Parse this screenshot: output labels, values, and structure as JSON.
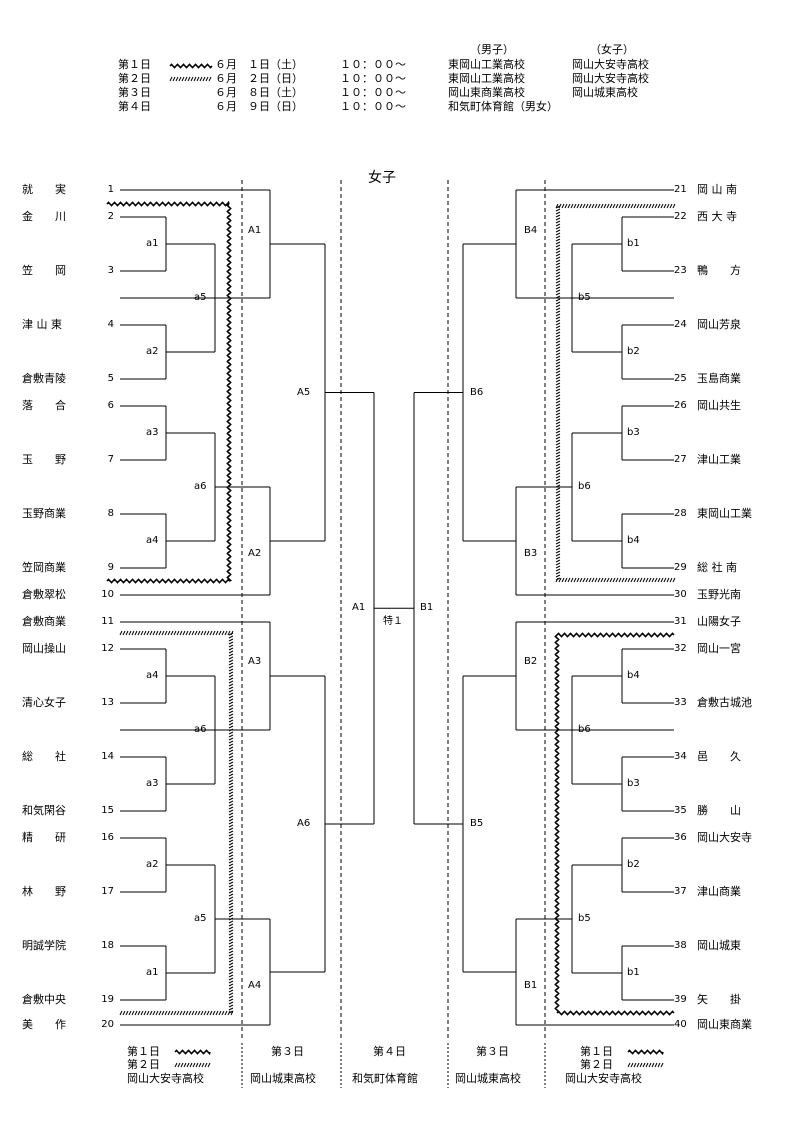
{
  "schedule": {
    "header_boys": "（男子）",
    "header_girls": "（女子）",
    "rows": [
      {
        "day": "第１日",
        "date": "６月　１日（土）",
        "time": "１０：００～",
        "boys": "東岡山工業高校",
        "girls": "岡山大安寺高校"
      },
      {
        "day": "第２日",
        "date": "６月　２日（日）",
        "time": "１０：００～",
        "boys": "東岡山工業高校",
        "girls": "岡山大安寺高校"
      },
      {
        "day": "第３日",
        "date": "６月　８日（土）",
        "time": "１０：００～",
        "boys": "岡山東商業高校",
        "girls": "岡山城東高校"
      },
      {
        "day": "第４日",
        "date": "６月　９日（日）",
        "time": "１０：００～",
        "boys": "和気町体育館（男女）",
        "girls": ""
      }
    ]
  },
  "title": "女子",
  "left_teams": [
    {
      "name": "就　　実",
      "num": "1"
    },
    {
      "name": "金　　川",
      "num": "2"
    },
    {
      "name": "笠　　岡",
      "num": "3"
    },
    {
      "name": "津 山 東",
      "num": "4"
    },
    {
      "name": "倉敷青陵",
      "num": "5"
    },
    {
      "name": "落　　合",
      "num": "6"
    },
    {
      "name": "玉　　野",
      "num": "7"
    },
    {
      "name": "玉野商業",
      "num": "8"
    },
    {
      "name": "笠岡商業",
      "num": "9"
    },
    {
      "name": "倉敷翠松",
      "num": "10"
    },
    {
      "name": "倉敷商業",
      "num": "11"
    },
    {
      "name": "岡山操山",
      "num": "12"
    },
    {
      "name": "清心女子",
      "num": "13"
    },
    {
      "name": "総　　社",
      "num": "14"
    },
    {
      "name": "和気閑谷",
      "num": "15"
    },
    {
      "name": "精　　研",
      "num": "16"
    },
    {
      "name": "林　　野",
      "num": "17"
    },
    {
      "name": "明誠学院",
      "num": "18"
    },
    {
      "name": "倉敷中央",
      "num": "19"
    },
    {
      "name": "美　　作",
      "num": "20"
    }
  ],
  "right_teams": [
    {
      "name": "岡 山 南",
      "num": "21"
    },
    {
      "name": "西 大 寺",
      "num": "22"
    },
    {
      "name": "鴨　　方",
      "num": "23"
    },
    {
      "name": "岡山芳泉",
      "num": "24"
    },
    {
      "name": "玉島商業",
      "num": "25"
    },
    {
      "name": "岡山共生",
      "num": "26"
    },
    {
      "name": "津山工業",
      "num": "27"
    },
    {
      "name": "東岡山工業",
      "num": "28"
    },
    {
      "name": "総 社 南",
      "num": "29"
    },
    {
      "name": "玉野光南",
      "num": "30"
    },
    {
      "name": "山陽女子",
      "num": "31"
    },
    {
      "name": "岡山一宮",
      "num": "32"
    },
    {
      "name": "倉敷古城池",
      "num": "33"
    },
    {
      "name": "邑　　久",
      "num": "34"
    },
    {
      "name": "勝　　山",
      "num": "35"
    },
    {
      "name": "岡山大安寺",
      "num": "36"
    },
    {
      "name": "津山商業",
      "num": "37"
    },
    {
      "name": "岡山城東",
      "num": "38"
    },
    {
      "name": "矢　　掛",
      "num": "39"
    },
    {
      "name": "岡山東商業",
      "num": "40"
    }
  ],
  "match_labels": {
    "left_a": [
      "a1",
      "a5",
      "a2",
      "a3",
      "a6",
      "a4",
      "a4",
      "a6",
      "a3",
      "a2",
      "a5",
      "a1"
    ],
    "left_A": [
      "A1",
      "A2",
      "A5",
      "A3",
      "A4",
      "A6"
    ],
    "right_b": [
      "b1",
      "b5",
      "b2",
      "b3",
      "b6",
      "b4",
      "b4",
      "b6",
      "b3",
      "b2",
      "b5",
      "b1"
    ],
    "right_B": [
      "B4",
      "B3",
      "B6",
      "B2",
      "B1",
      "B5"
    ],
    "final_left": "A1",
    "final_right": "B1",
    "special": "特１"
  },
  "footer": {
    "col1": {
      "line1": "第１日",
      "line2": "第２日",
      "line3": "岡山大安寺高校"
    },
    "col2": "第３日",
    "col2_venue": "岡山城東高校",
    "col3": "第４日",
    "col3_venue": "和気町体育館",
    "col4": "第３日",
    "col4_venue": "岡山城東高校",
    "col5": {
      "line1": "第１日",
      "line2": "第２日",
      "line3": "岡山大安寺高校"
    }
  }
}
